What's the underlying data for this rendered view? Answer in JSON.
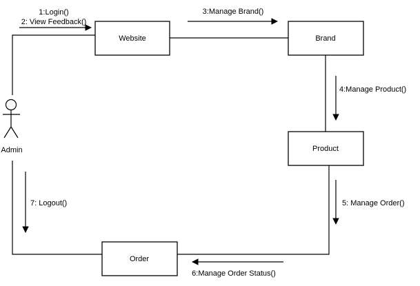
{
  "diagram": {
    "actor": {
      "label": "Admin"
    },
    "boxes": {
      "website": "Website",
      "brand": "Brand",
      "product": "Product",
      "order": "Order"
    },
    "messages": {
      "m1": "1:Login()",
      "m2": "2: View Feedback()",
      "m3": "3:Manage Brand()",
      "m4": "4:Manage Product()",
      "m5": "5: Manage Order()",
      "m6": "6:Manage Order Status()",
      "m7": "7: Logout()"
    },
    "colors": {
      "stroke": "#000000",
      "background": "#ffffff"
    }
  }
}
